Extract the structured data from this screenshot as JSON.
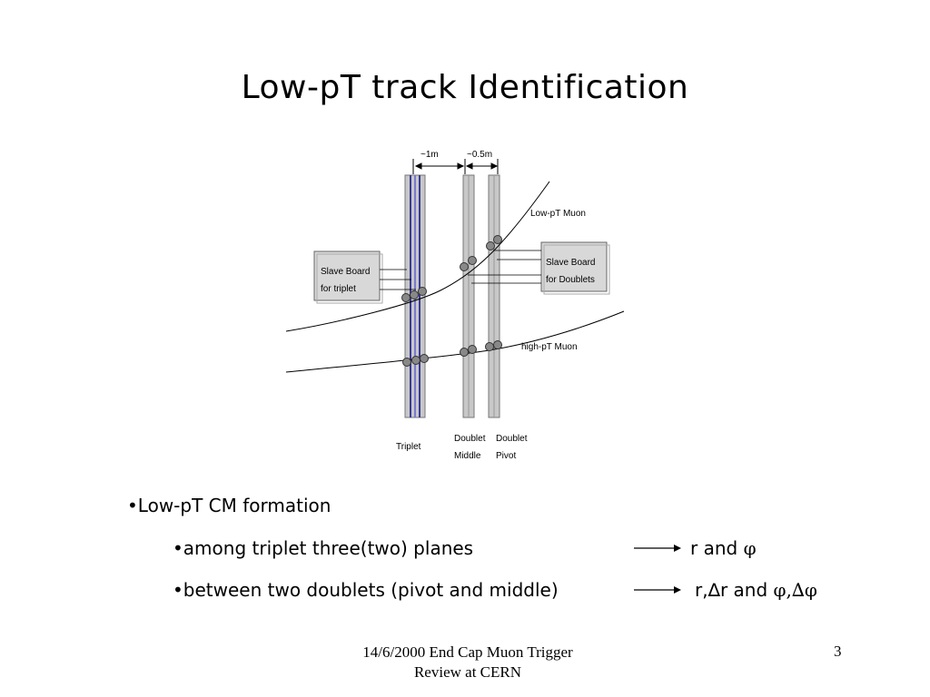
{
  "slide": {
    "title": "Low-pT track Identification",
    "page_number": "3",
    "footer": {
      "line1": "14/6/2000 End Cap Muon Trigger",
      "line2": "Review at CERN"
    }
  },
  "figure": {
    "dim_triplet_doublet": "~1m",
    "dim_doublets": "~0.5m",
    "low_pt_label": "Low-pT Muon",
    "high_pt_label": "high-pT Muon",
    "slave_triplet_line1": "Slave Board",
    "slave_triplet_line2": "for triplet",
    "slave_doublet_line1": "Slave Board",
    "slave_doublet_line2": "for Doublets",
    "triplet_label": "Triplet",
    "middle_line1": "Doublet",
    "middle_line2": "Middle",
    "pivot_line1": "Doublet",
    "pivot_line2": "Pivot"
  },
  "bullets": {
    "b1": "•Low-pT CM formation",
    "b2": "•among triplet three(two) planes",
    "b2_result_text": "r and ",
    "b2_result_sym": "φ",
    "b3": "•between two doublets (pivot and middle)",
    "b3_result_r": "r,",
    "b3_result_dr": "∆r and ",
    "b3_result_phi": "φ,∆φ"
  }
}
